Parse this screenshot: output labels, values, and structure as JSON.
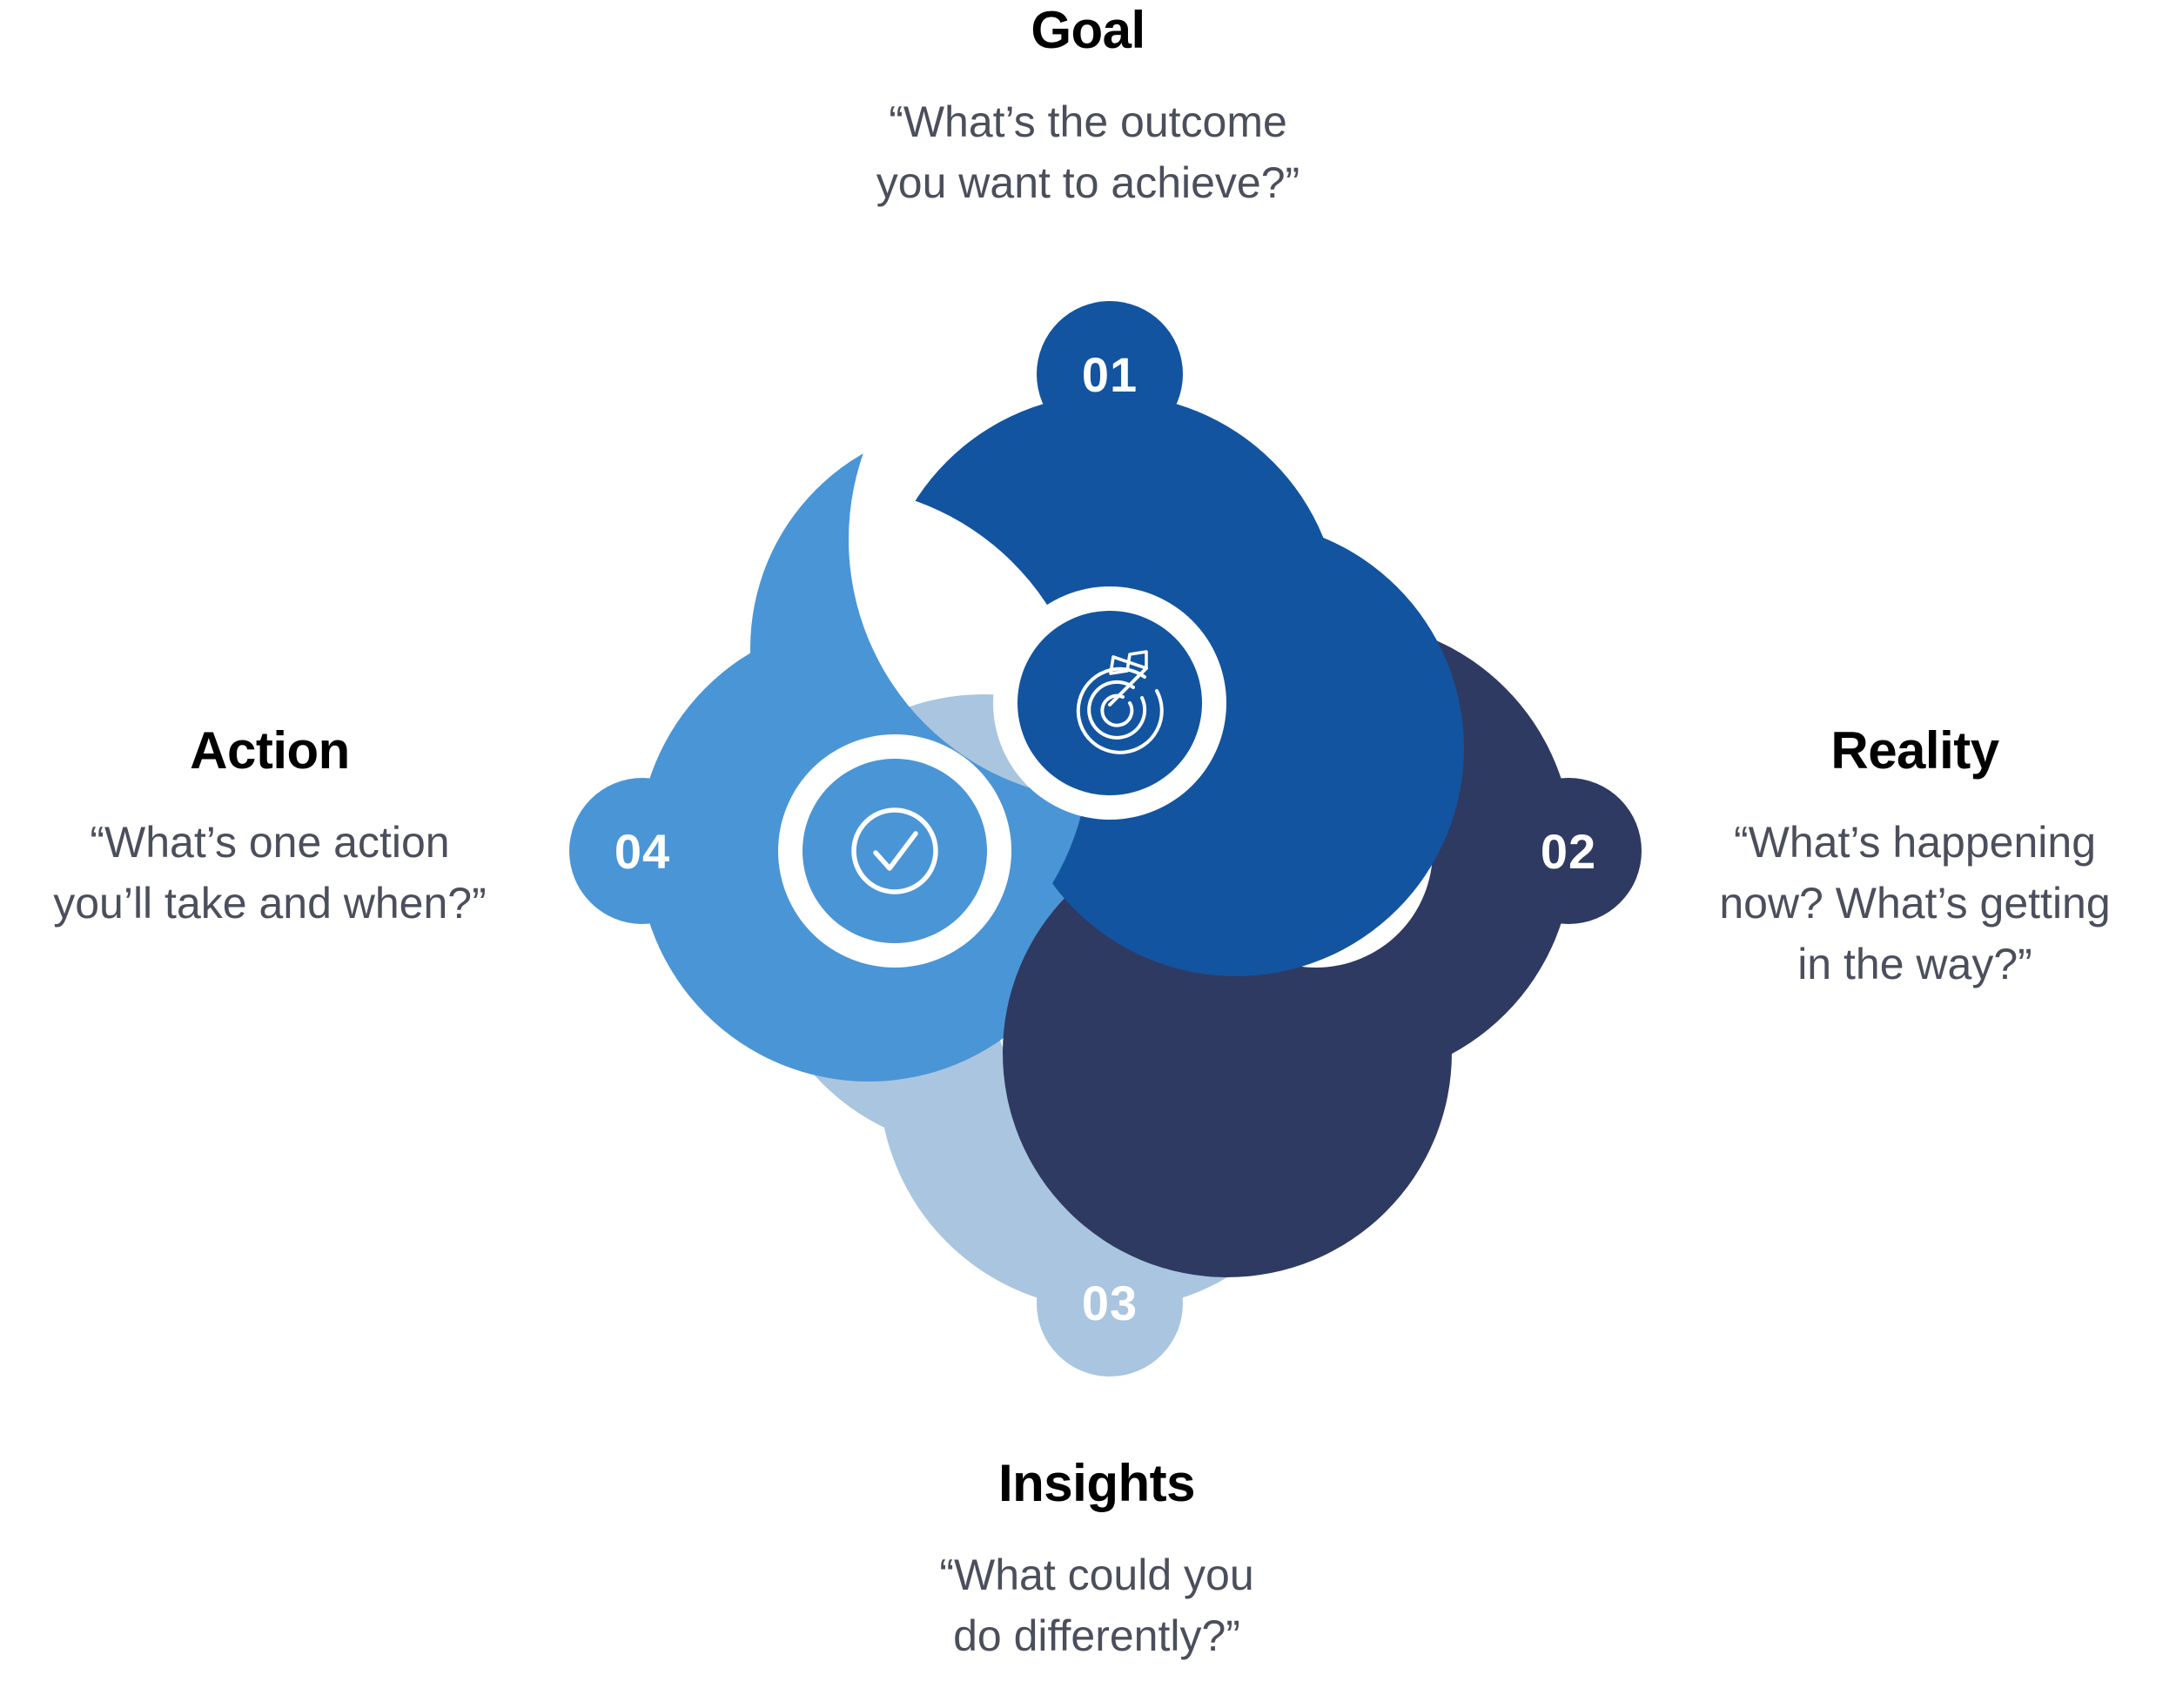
{
  "diagram": {
    "title": "GROW coaching model pinwheel",
    "colors": {
      "goal_blue": "#1254A0",
      "reality_navy": "#2E3A61",
      "insights_light_blue": "#A9C5DF",
      "action_blue": "#4A95D6",
      "heading_text": "#000000",
      "quote_text": "#4b4f5c",
      "background": "#ffffff",
      "ring": "#ffffff"
    },
    "petals": [
      {
        "id": "goal",
        "number": "01",
        "title": "Goal",
        "quote_line_1": "“What’s the outcome",
        "quote_line_2": "you want to achieve?”",
        "icon": "target-icon",
        "color": "#1254A0",
        "badge_position": "top"
      },
      {
        "id": "reality",
        "number": "02",
        "title": "Reality",
        "quote_line_1": "“What’s happening",
        "quote_line_2": "now? What’s getting",
        "quote_line_3": "in the way?”",
        "icon": "person-icon",
        "color": "#2E3A61",
        "badge_position": "right"
      },
      {
        "id": "insights",
        "number": "03",
        "title": "Insights",
        "quote_line_1": "“What could you",
        "quote_line_2": "do differently?”",
        "icon": "lightbulb-icon",
        "color": "#A9C5DF",
        "badge_position": "bottom"
      },
      {
        "id": "action",
        "number": "04",
        "title": "Action",
        "quote_line_1": "“What’s one action",
        "quote_line_2": "you’ll take and when?”",
        "icon": "check-circle-icon",
        "color": "#4A95D6",
        "badge_position": "left"
      }
    ]
  }
}
